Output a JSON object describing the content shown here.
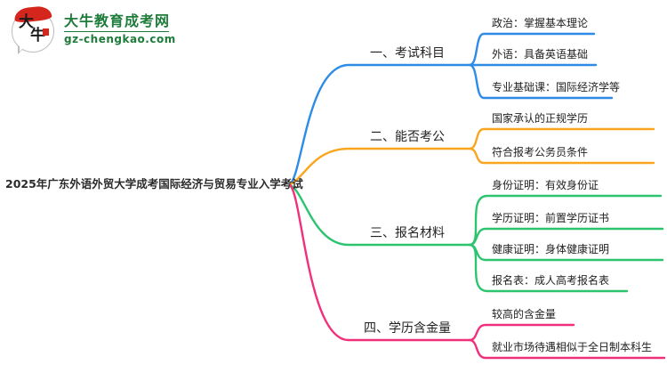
{
  "page_bg": "#ffffff",
  "logo": {
    "icon_char_1": "大",
    "icon_char_2": "牛",
    "title": "大牛教育成考网",
    "domain": "gz-chengkao.com",
    "brand_color": "#1e7c3a",
    "accent_red": "#d5261e"
  },
  "root": {
    "label": "2025年广东外语外贸大学成考国际经济与贸易专业入学考试"
  },
  "branches": [
    {
      "label": "一、考试科目",
      "color": "#2E8BE6",
      "items": [
        "政治：掌握基本理论",
        "外语：具备英语基础",
        "专业基础课：国际经济学等"
      ]
    },
    {
      "label": "二、能否考公",
      "color": "#F9A51D",
      "items": [
        "国家承认的正规学历",
        "符合报考公务员条件"
      ]
    },
    {
      "label": "三、报名材料",
      "color": "#2CC46F",
      "items": [
        "身份证明：有效身份证",
        "学历证明：前置学历证书",
        "健康证明：身体健康证明",
        "报名表：成人高考报名表"
      ]
    },
    {
      "label": "四、学历含金量",
      "color": "#F1307C",
      "items": [
        "较高的含金量",
        "就业市场待遇相似于全日制本科生"
      ]
    }
  ]
}
